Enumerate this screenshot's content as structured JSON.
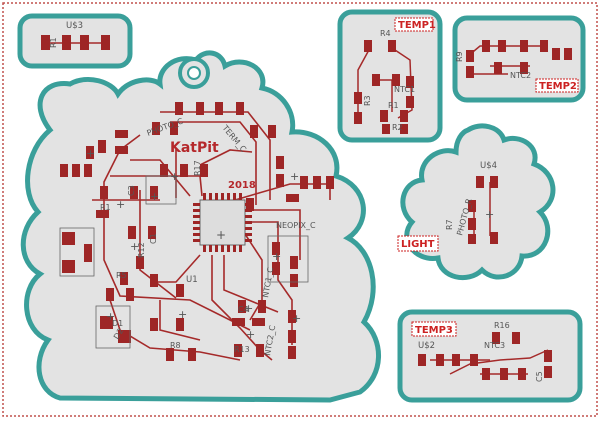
{
  "colors": {
    "board_fill": "#e3e3e3",
    "outline": "#3a9f9a",
    "trace": "#a52a2a",
    "pad": "#9e2626",
    "silkscreen": "#555555",
    "label_red": "#cc2222",
    "border_dots": "#c0504d"
  },
  "main_board": {
    "title": "KatPit",
    "year": "2018",
    "chip": "U1",
    "labels": {
      "photo": "PHOTO_C",
      "therm": "TERM_C",
      "neopix": "NEOPIX_C",
      "ntc1": "NTC1_C",
      "ntc2": "NTC2_C",
      "r12": "R12",
      "r13": "R13",
      "r5": "R5",
      "r8": "R8",
      "r17": "R17",
      "c1": "C1",
      "c4": "C4",
      "c3": "C3",
      "d1": "D1",
      "d2": "D2",
      "r1": "R1"
    }
  },
  "u3_board": {
    "label": "U$3",
    "resistor": "R1"
  },
  "temp1_board": {
    "tag": "TEMP1",
    "labels": {
      "r4": "R4",
      "ntc": "NTC1",
      "r3": "R3",
      "r2": "R2",
      "r1": "R1"
    }
  },
  "temp2_board": {
    "tag": "TEMP2",
    "labels": {
      "r9": "R9",
      "ntc": "NTC2"
    }
  },
  "light_board": {
    "tag": "LIGHT",
    "labels": {
      "u4": "U$4",
      "r7": "R7",
      "photo": "PHOTO_R"
    }
  },
  "temp3_board": {
    "tag": "TEMP3",
    "labels": {
      "u2": "U$2",
      "r16": "R16",
      "ntc": "NTC3",
      "c": "C5"
    }
  }
}
